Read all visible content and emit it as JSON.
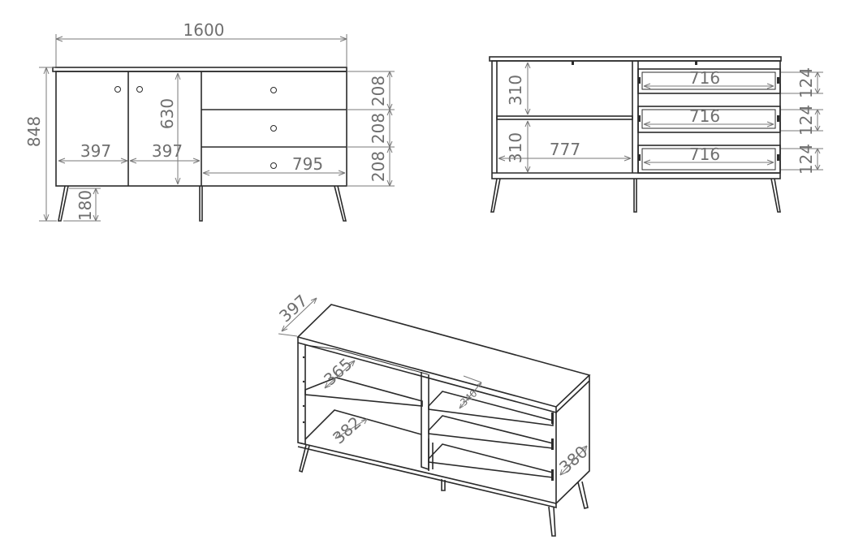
{
  "front_view": {
    "overall_width": "1600",
    "overall_height": "848",
    "door_width_left": "397",
    "door_width_right": "397",
    "door_height": "630",
    "drawer_height_1": "208",
    "drawer_height_2": "208",
    "drawer_height_3": "208",
    "drawer_section_width": "795",
    "leg_height": "180"
  },
  "open_view": {
    "shelf_height_upper": "310",
    "shelf_height_lower": "310",
    "compartment_width": "777",
    "drawer_inner_width_1": "716",
    "drawer_inner_width_2": "716",
    "drawer_inner_width_3": "716",
    "drawer_inner_height_1": "124",
    "drawer_inner_height_2": "124",
    "drawer_inner_height_3": "124"
  },
  "perspective_view": {
    "depth": "397",
    "shelf_depth": "365",
    "bottom_depth": "382",
    "drawer_depth": "340",
    "side_depth": "380"
  }
}
